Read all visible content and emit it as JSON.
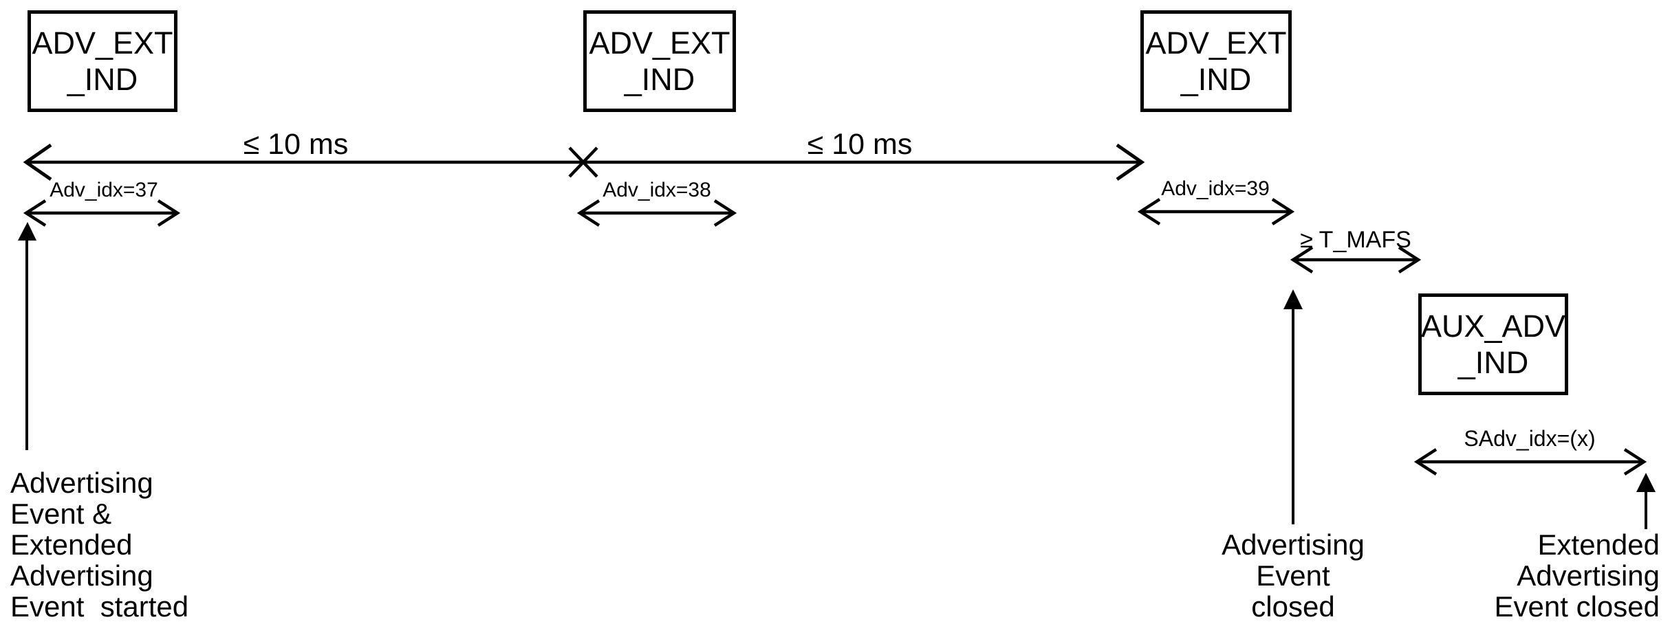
{
  "colors": {
    "line": "#000000",
    "background": "#ffffff"
  },
  "packets": [
    {
      "label": "ADV_EXT\n_IND"
    },
    {
      "label": "ADV_EXT\n_IND"
    },
    {
      "label": "ADV_EXT\n_IND"
    },
    {
      "label": "AUX_ADV\n_IND"
    }
  ],
  "intervals": [
    {
      "label": "≤ 10 ms"
    },
    {
      "label": "≤ 10 ms"
    }
  ],
  "spans": [
    {
      "label": "Adv_idx=37"
    },
    {
      "label": "Adv_idx=38"
    },
    {
      "label": "Adv_idx=39"
    },
    {
      "label": "≥ T_MAFS"
    },
    {
      "label": "SAdv_idx=(x)"
    }
  ],
  "captions": {
    "event_started": "Advertising\nEvent &\nExtended\nAdvertising\nEvent  started",
    "adv_event_closed": "Advertising\nEvent\nclosed",
    "ext_adv_event_closed": "Extended\nAdvertising\nEvent closed"
  }
}
